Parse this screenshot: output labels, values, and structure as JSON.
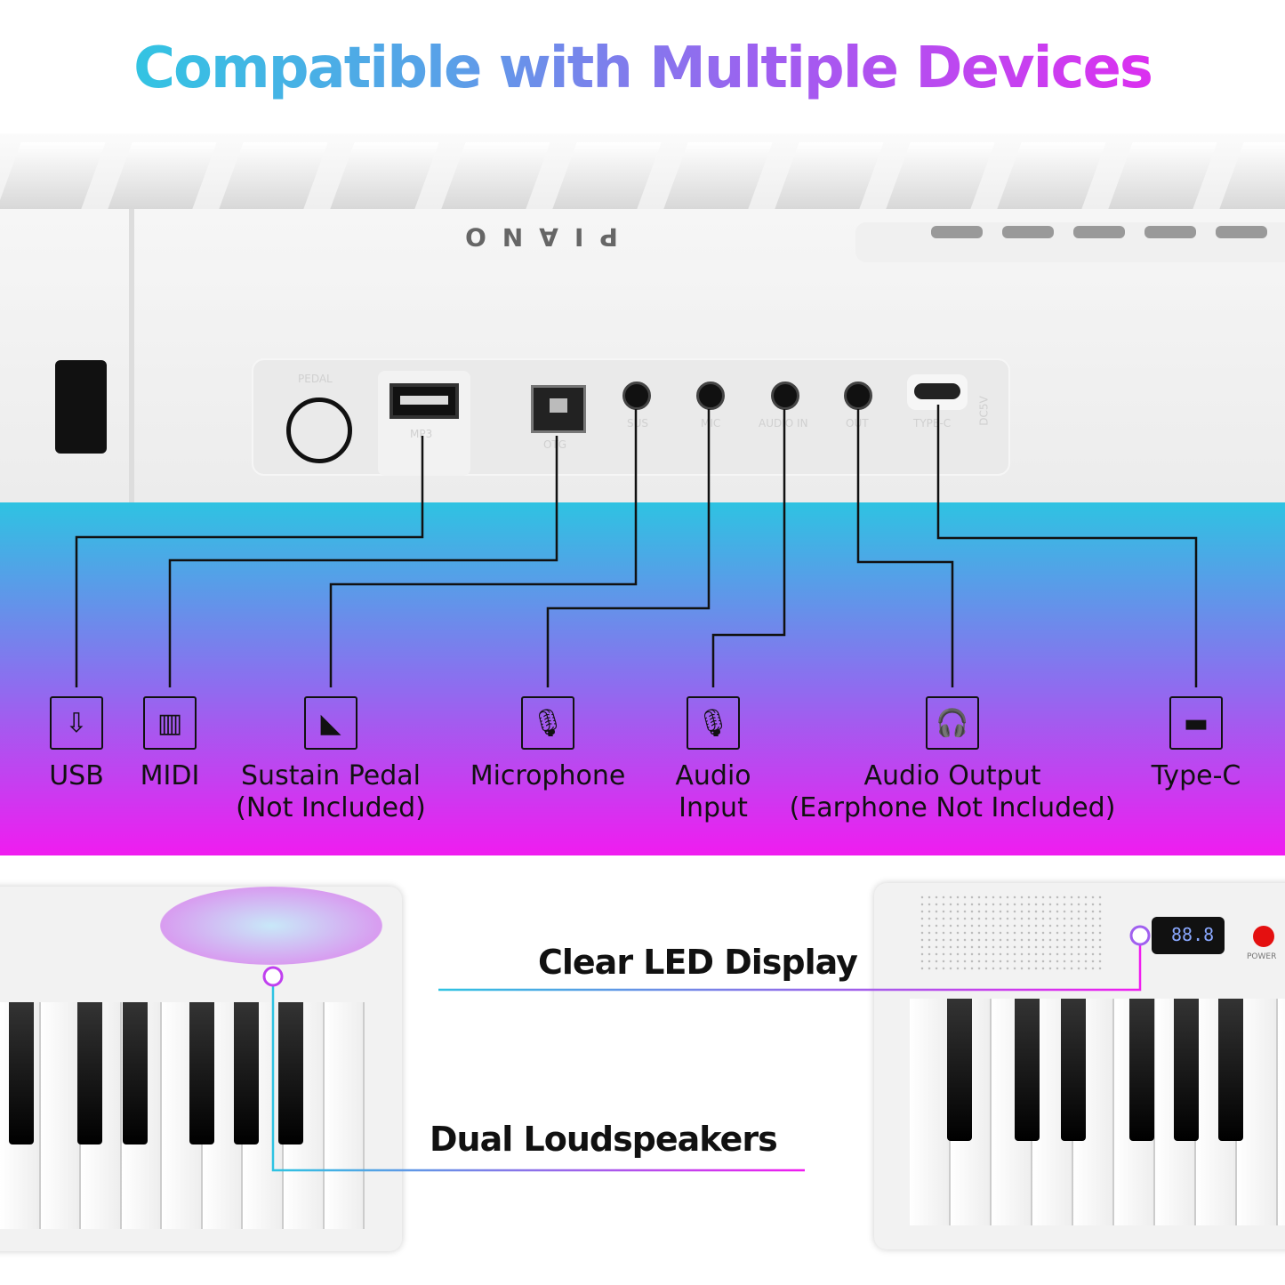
{
  "title": "Compatible with Multiple Devices",
  "piano_brand": "PIANO",
  "panel_labels": {
    "pedal": "PEDAL",
    "mp3": "MP3",
    "otg": "OTG",
    "sus": "SUS",
    "mic": "MIC",
    "audio_in": "AUDIO IN",
    "out": "OUT",
    "typec": "TYPE-C",
    "dc": "DC5V"
  },
  "ports": [
    {
      "icon": "usb-icon",
      "label": "USB"
    },
    {
      "icon": "hdmi-midi-icon",
      "label": "MIDI"
    },
    {
      "icon": "sustain-pedal-icon",
      "label": "Sustain Pedal",
      "sub": "(Not Included)"
    },
    {
      "icon": "microphone-icon",
      "label": "Microphone"
    },
    {
      "icon": "audio-input-icon",
      "label": "Audio",
      "sub": "Input"
    },
    {
      "icon": "headset-icon",
      "label": "Audio Output",
      "sub": "(Earphone Not Included)"
    },
    {
      "icon": "type-c-icon",
      "label": "Type-C"
    }
  ],
  "features": {
    "led": "Clear LED Display",
    "speakers": "Dual Loudspeakers"
  },
  "led_readout": "88.8",
  "power_label": "POWER",
  "colors": {
    "cyan": "#2ec3e2",
    "magenta": "#f01cf0"
  }
}
